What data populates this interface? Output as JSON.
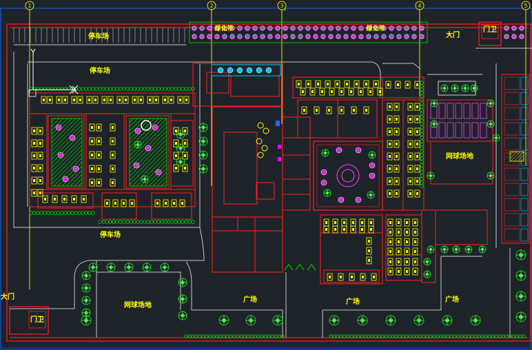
{
  "axes": [
    {
      "id": "axis-1",
      "label": "1"
    },
    {
      "id": "axis-2",
      "label": "2"
    },
    {
      "id": "axis-3",
      "label": "3"
    },
    {
      "id": "axis-4",
      "label": "4"
    },
    {
      "id": "axis-5",
      "label": "5"
    }
  ],
  "labels": {
    "parking_top": "停车场",
    "parking_upper": "停车场",
    "parking_lower": "停车场",
    "greenbelt_left": "绿化带",
    "greenbelt_right": "绿化带",
    "main_gate_top": "大门",
    "guard_top": "门卫",
    "gate_left": "大门",
    "guard_left": "门卫",
    "tennis_left": "网球场地",
    "tennis_right": "网球场地",
    "plaza_1": "广场",
    "plaza_2": "广场",
    "plaza_3": "广场",
    "ucs": "Y"
  },
  "colors": {
    "background": "#1e2329",
    "wall": "#ff2020",
    "road": "#c8c8c8",
    "axis": "#e8e800",
    "label": "#ffff00",
    "furniture": "#ffff00",
    "tree": "#00e000",
    "flower": "#ff00ff",
    "frame": "#1060ff"
  }
}
